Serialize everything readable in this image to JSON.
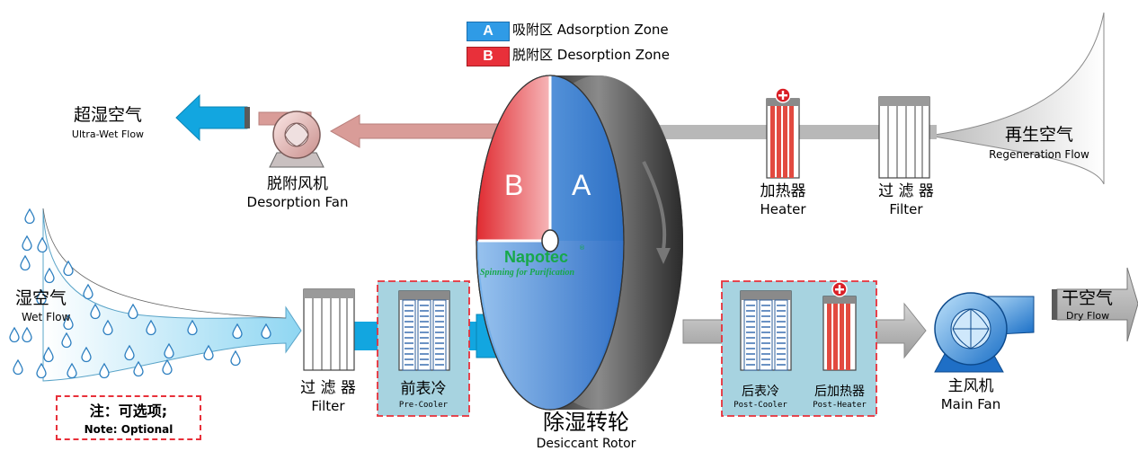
{
  "legend": {
    "a_letter": "A",
    "a_label": "吸附区 Adsorption Zone",
    "b_letter": "B",
    "b_label": "脱附区 Desorption Zone"
  },
  "ultra_wet": {
    "cn": "超湿空气",
    "en": "Ultra-Wet Flow"
  },
  "desorption_fan": {
    "cn": "脱附风机",
    "en": "Desorption Fan"
  },
  "heater": {
    "cn": "加热器",
    "en": "Heater"
  },
  "regen_filter": {
    "cn": "过 滤 器",
    "en": "Filter"
  },
  "regeneration": {
    "cn": "再生空气",
    "en": "Regeneration Flow"
  },
  "wet": {
    "cn": "湿空气",
    "en": "Wet Flow"
  },
  "process_filter": {
    "cn": "过 滤 器",
    "en": "Filter"
  },
  "pre_cooler": {
    "cn": "前表冷",
    "en": "Pre-Cooler"
  },
  "rotor": {
    "zone_b": "B",
    "zone_a": "A",
    "brand": "Napotec",
    "reg": "®",
    "slogan": "Spinning for Purification",
    "cn": "除湿转轮",
    "en": "Desiccant Rotor"
  },
  "post_cooler": {
    "cn": "后表冷",
    "en": "Post-Cooler"
  },
  "post_heater": {
    "cn": "后加热器",
    "en": "Post-Heater"
  },
  "main_fan": {
    "cn": "主风机",
    "en": "Main Fan"
  },
  "dry": {
    "cn": "干空气",
    "en": "Dry Flow"
  },
  "note": {
    "cn": "注：可选项;",
    "en": "Note: Optional"
  },
  "colors": {
    "adsorption": "#2f8fe0",
    "desorption": "#e8303a",
    "wet_air": "#12a6e0",
    "ultra_wet_air": "#d99c98",
    "regen_air": "#b8b8b8",
    "dry_air": "#a8a8a8",
    "optional_zone": "#a7d3e0",
    "brand_green": "#17a84a"
  },
  "icons": [
    "heater-icon",
    "filter-icon",
    "cooling-coil-icon",
    "centrifugal-fan-icon",
    "water-drop-icon",
    "rotation-arrow-icon"
  ]
}
